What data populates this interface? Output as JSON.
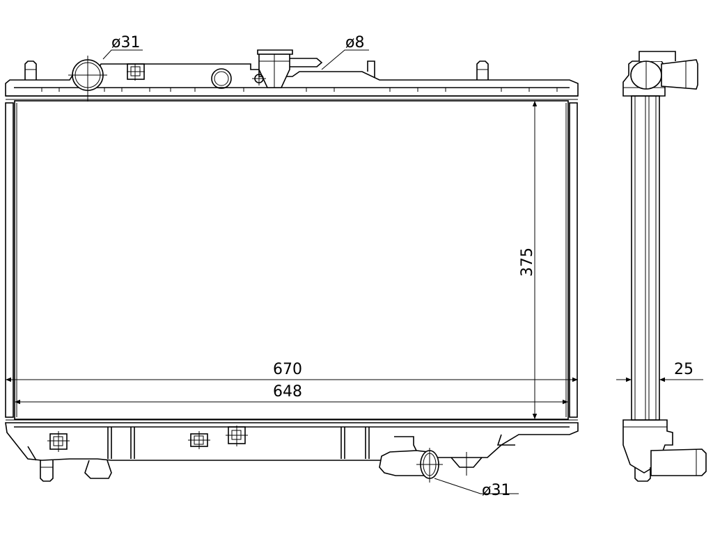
{
  "dimensions": {
    "overall_width": "670",
    "core_width": "648",
    "core_height": "375",
    "core_thickness": "25",
    "top_inlet_diameter": "ø31",
    "cap_nipple_diameter": "ø8",
    "bottom_outlet_diameter": "ø31"
  },
  "colors": {
    "line": "#000000",
    "background": "#ffffff"
  }
}
